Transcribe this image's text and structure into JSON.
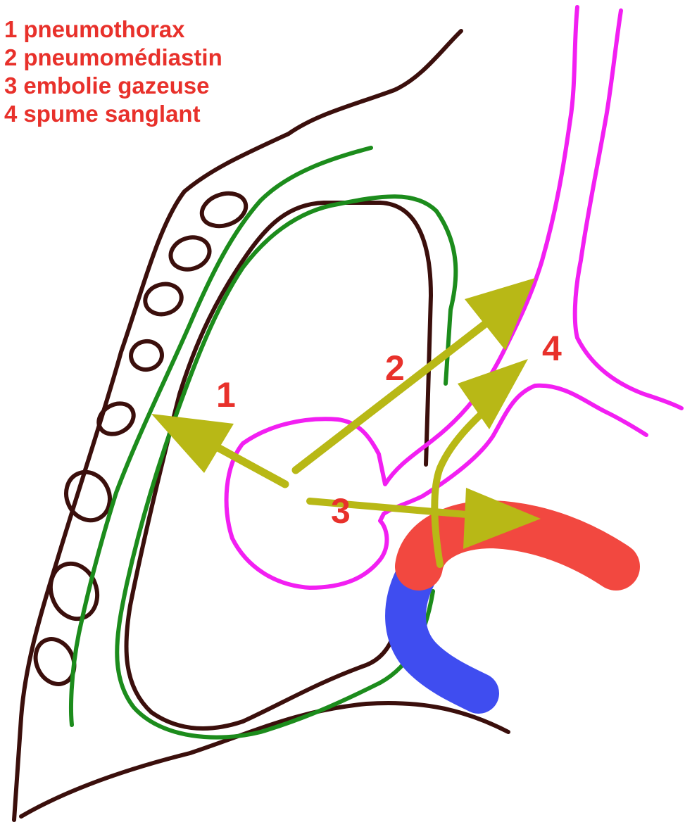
{
  "legend": {
    "items": [
      {
        "number": "1",
        "label": "pneumothorax"
      },
      {
        "number": "2",
        "label": "pneumomédiastin"
      },
      {
        "number": "3",
        "label": "embolie gazeuse"
      },
      {
        "number": "4",
        "label": "spume sanglant"
      }
    ]
  },
  "markers": {
    "one": "1",
    "two": "2",
    "three": "3",
    "four": "4"
  },
  "colors": {
    "label_red": "#e8312b",
    "chest_wall": "#3b0f0c",
    "pleura_green": "#1c8c1c",
    "airway_magenta": "#f21ff2",
    "arrow_olive": "#b8b816",
    "artery_red": "#f24840",
    "vein_blue": "#3f4df0"
  }
}
